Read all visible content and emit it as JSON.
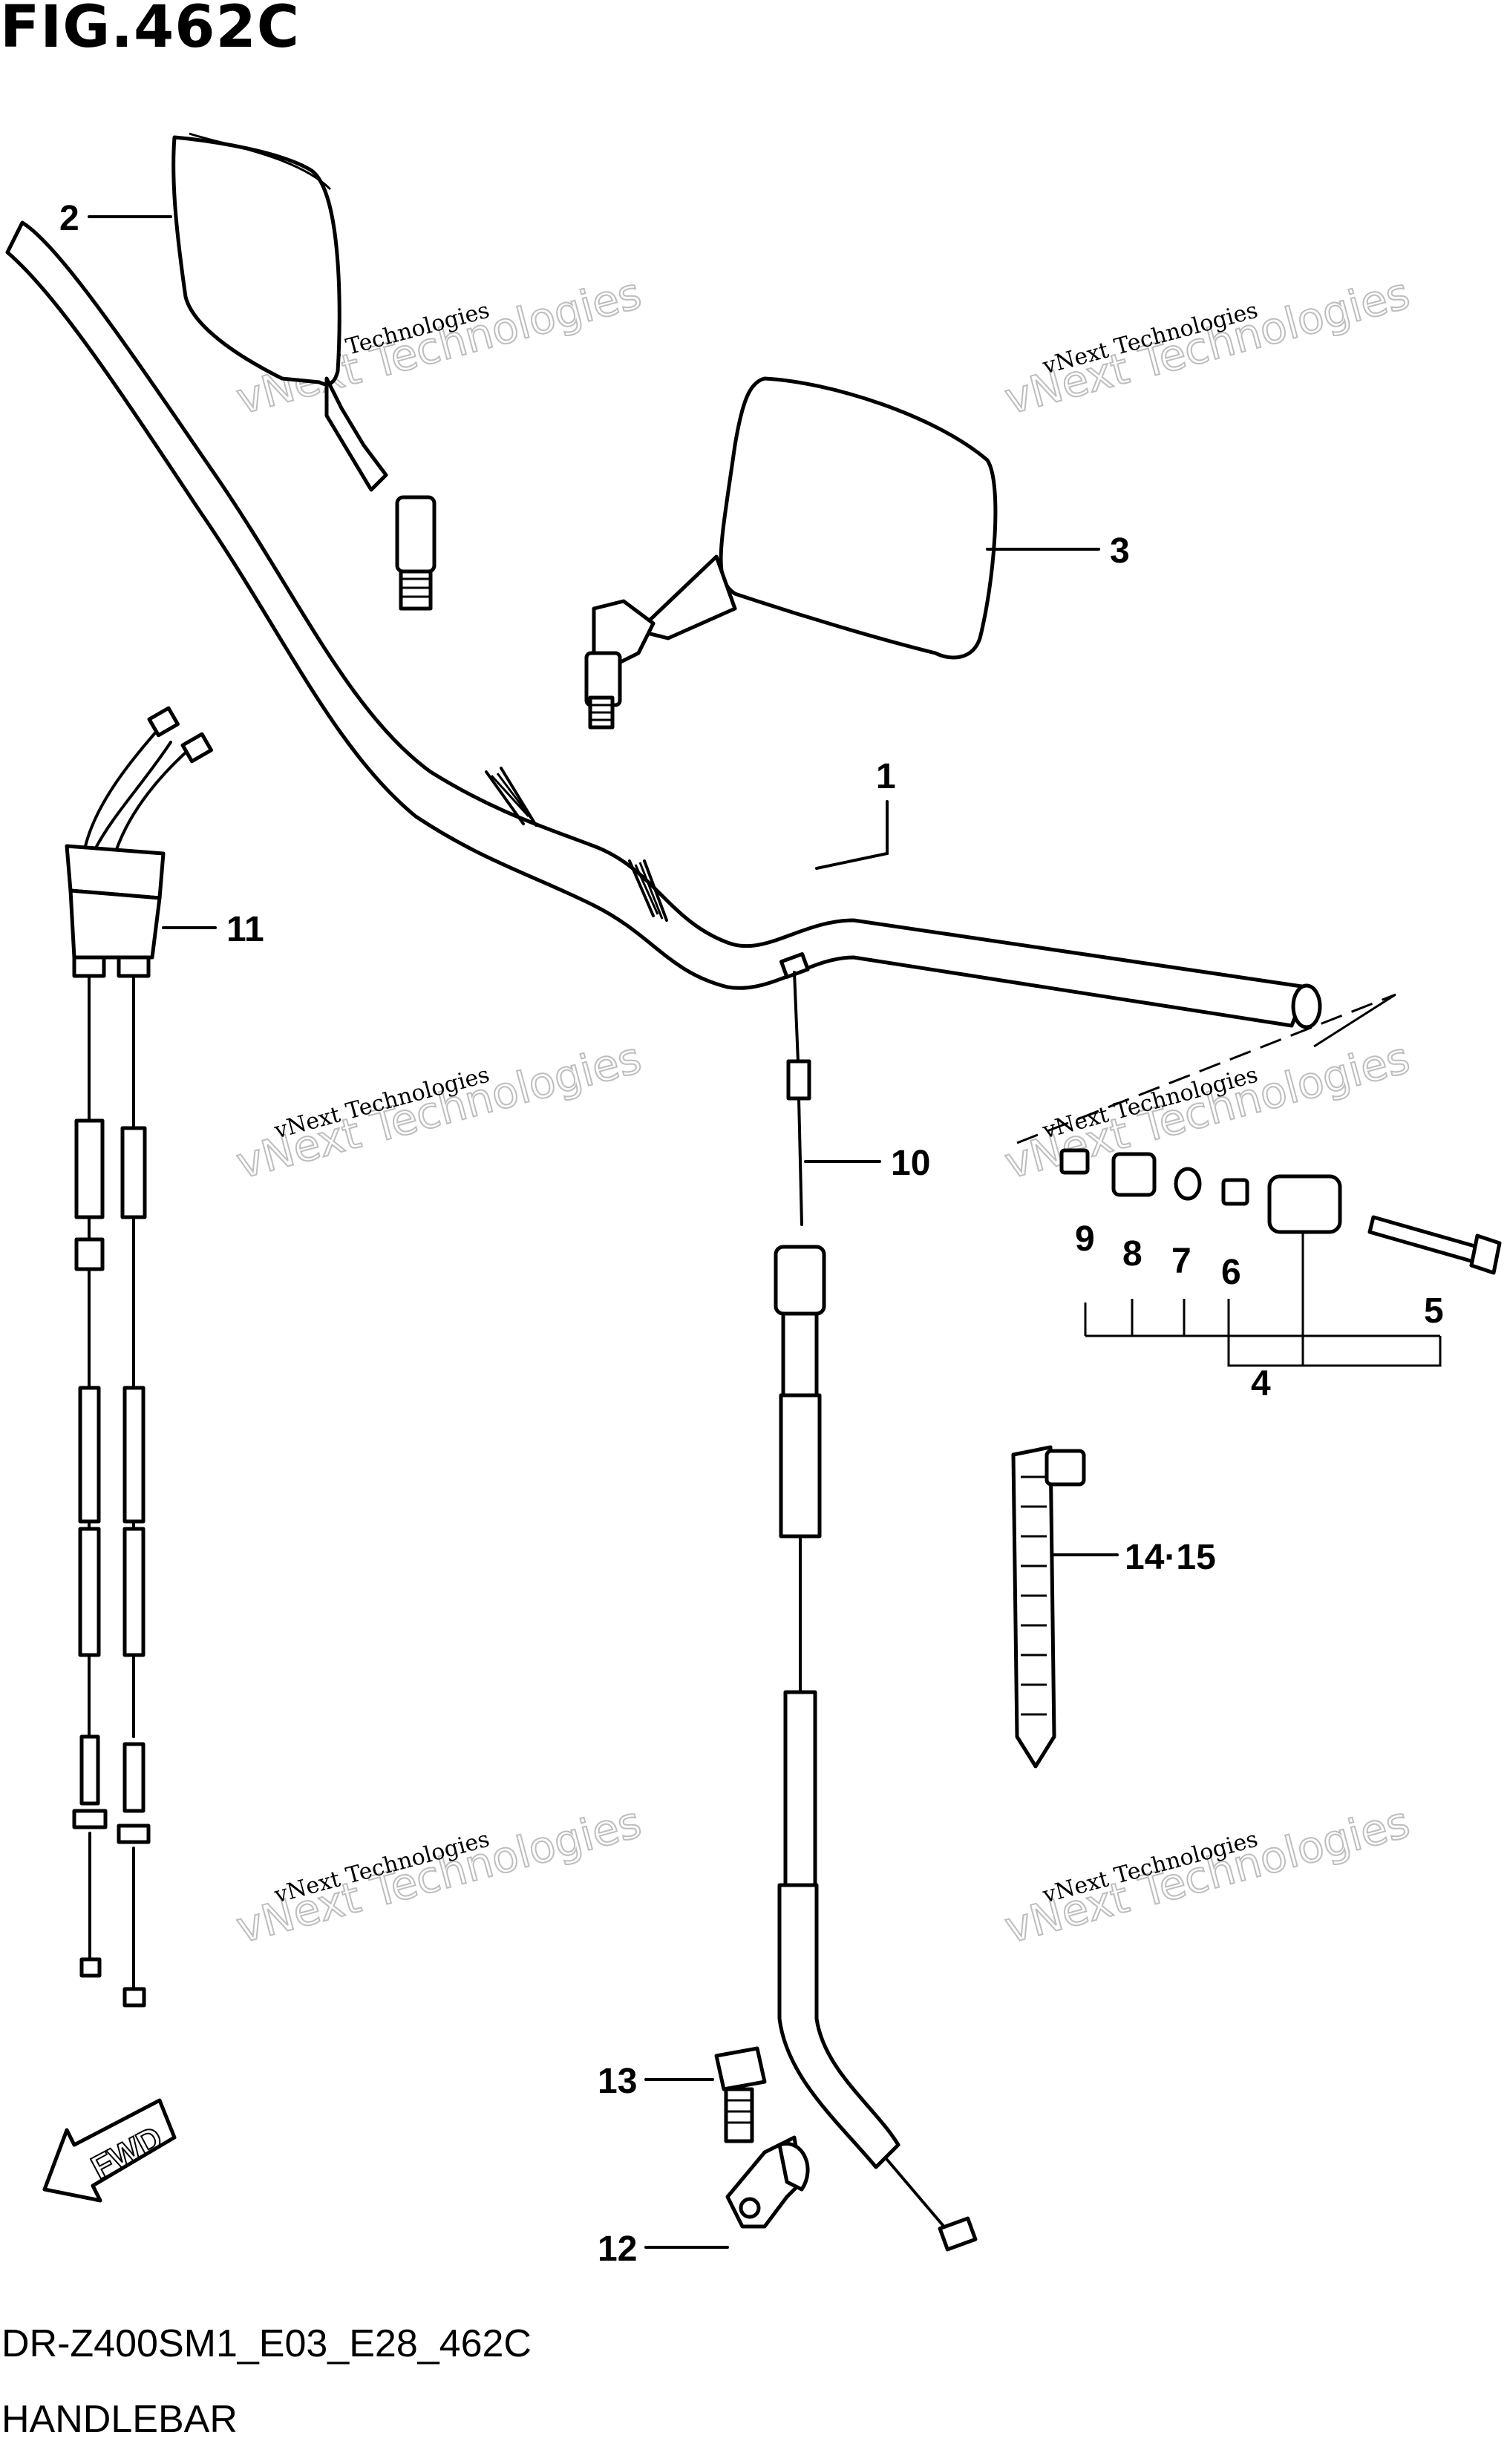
{
  "figure": {
    "title": "FIG.462C",
    "code": "DR-Z400SM1_E03_E28_462C",
    "name": "HANDLEBAR"
  },
  "callouts": [
    "1",
    "2",
    "3",
    "4",
    "5",
    "6",
    "7",
    "8",
    "9",
    "10",
    "11",
    "12",
    "13",
    "14·15"
  ],
  "watermark": {
    "line1": "vNext Technologies",
    "line2": "vNext Technologies"
  },
  "fwd_label": "FWD"
}
